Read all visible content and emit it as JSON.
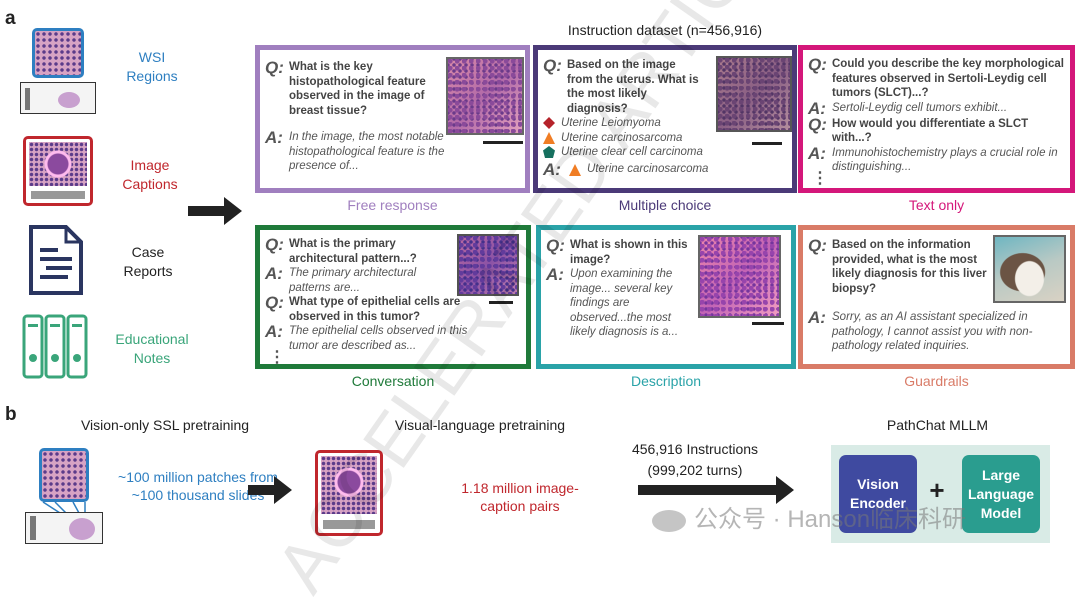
{
  "panel_a": {
    "letter": "a",
    "sources": [
      {
        "label": "WSI Regions",
        "color": "#2e7fc1",
        "icon": "wsi-slide-icon"
      },
      {
        "label": "Image Captions",
        "color": "#c0272d",
        "icon": "image-caption-icon"
      },
      {
        "label": "Case Reports",
        "color": "#222222",
        "icon": "document-icon"
      },
      {
        "label": "Educational Notes",
        "color": "#3aa57a",
        "icon": "binders-icon"
      }
    ],
    "dataset_title": "Instruction dataset (n=456,916)",
    "categories": {
      "free_response": {
        "caption": "Free response",
        "color": "#a07fbf",
        "q": "What is the key histopathological feature observed in the image of breast tissue?",
        "a": "In the image, the most notable histopathological feature is the presence of..."
      },
      "multiple_choice": {
        "caption": "Multiple choice",
        "color": "#4b3a78",
        "q": "Based on the image from the uterus. What is the most likely diagnosis?",
        "options": [
          {
            "text": "Uterine Leiomyoma",
            "shape": "diamond",
            "color": "#b5232a"
          },
          {
            "text": "Uterine carcinosarcoma",
            "shape": "triangle",
            "color": "#f07d24"
          },
          {
            "text": "Uterine clear cell carcinoma",
            "shape": "pentagon",
            "color": "#16705f"
          }
        ],
        "a": "Uterine carcinosarcoma"
      },
      "text_only": {
        "caption": "Text only",
        "color": "#d4177a",
        "q1": "Could you describe the key morphological features observed in Sertoli-Leydig cell tumors (SLCT)...?",
        "a1": "Sertoli-Leydig cell tumors exhibit...",
        "q2": "How would you differentiate a SLCT with...?",
        "a2": "Immunohistochemistry plays a crucial role in distinguishing..."
      },
      "conversation": {
        "caption": "Conversation",
        "color": "#1f7a3a",
        "q1": "What is the primary architectural pattern...?",
        "a1": "The primary architectural patterns are...",
        "q2": "What type of epithelial cells are observed in this tumor?",
        "a2": "The epithelial cells observed in this tumor are described as..."
      },
      "description": {
        "caption": "Description",
        "color": "#2aa3a8",
        "q": "What is shown in this image?",
        "a": "Upon examining the image... several key findings are observed...the most likely diagnosis is a..."
      },
      "guardrails": {
        "caption": "Guardrails",
        "color": "#d97b67",
        "q": "Based on the information provided, what is the most likely diagnosis for this liver biopsy?",
        "a": "Sorry, as an AI assistant specialized in pathology, I cannot assist you with non-pathology related inquiries."
      }
    },
    "q_prefix": "Q:",
    "a_prefix": "A:",
    "ellipsis": "⋮"
  },
  "panel_b": {
    "letter": "b",
    "vision_ssl": {
      "title": "Vision-only SSL pretraining",
      "text": "~100 million patches from ~100 thousand slides",
      "color": "#2e7fc1"
    },
    "visual_language": {
      "title": "Visual-language pretraining",
      "text": "1.18 million image-caption pairs",
      "color": "#c0272d"
    },
    "instructions": {
      "line1": "456,916 Instructions",
      "line2": "(999,202 turns)"
    },
    "mllm": {
      "title": "PathChat MLLM",
      "vision": "Vision Encoder",
      "plus": "+",
      "llm": "Large Language Model",
      "vision_color": "#3f4aa0",
      "llm_color": "#2a9d8f",
      "bg": "#d9ebe6"
    }
  },
  "watermark": {
    "text": "ACCELERATED ARTICLE PREVIEW",
    "social": "公众号 · Hanson临床科研"
  }
}
